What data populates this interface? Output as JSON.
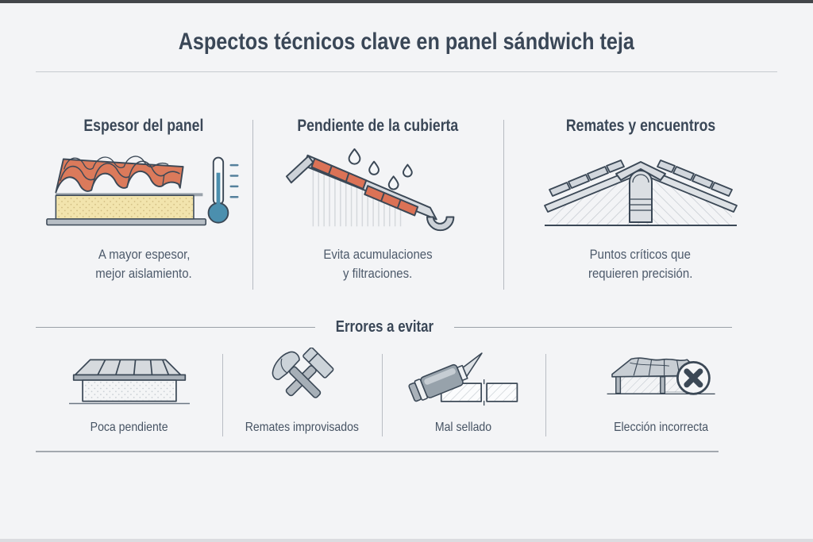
{
  "page": {
    "title": "Aspectos técnicos clave en panel sándwich teja"
  },
  "sections": {
    "aspects": {
      "items": [
        {
          "heading": "Espesor del panel",
          "caption_line1": "A mayor espesor,",
          "caption_line2": "mejor aislamiento.",
          "icon": "tile-panel-thermometer-illustration"
        },
        {
          "heading": "Pendiente de la cubierta",
          "caption_line1": "Evita acumulaciones",
          "caption_line2": "y filtraciones.",
          "icon": "sloped-roof-gutter-illustration"
        },
        {
          "heading": "Remates y encuentros",
          "caption_line1": "Puntos críticos que",
          "caption_line2": "requieren precisión.",
          "icon": "ridge-junction-illustration"
        }
      ]
    },
    "errors": {
      "heading": "Errores a evitar",
      "items": [
        {
          "label": "Poca pendiente",
          "icon": "low-slope-roof-illustration"
        },
        {
          "label": "Remates improvisados",
          "icon": "crossed-hammers-illustration"
        },
        {
          "label": "Mal sellado",
          "icon": "sealant-tube-illustration"
        },
        {
          "label": "Elección incorrecta",
          "icon": "wrong-choice-roof-illustration"
        }
      ]
    }
  },
  "colors": {
    "background": "#f3f4f6",
    "ink_outline": "#3b4856",
    "heading_text": "#3a4757",
    "caption_text": "#4d5a6b",
    "tile_red": "#db7256",
    "foam_yellow": "#f2e4ad",
    "thermometer_blue": "#4b8fae",
    "metal_gray": "#b7bec5",
    "divider_gray": "#b6bac1"
  }
}
